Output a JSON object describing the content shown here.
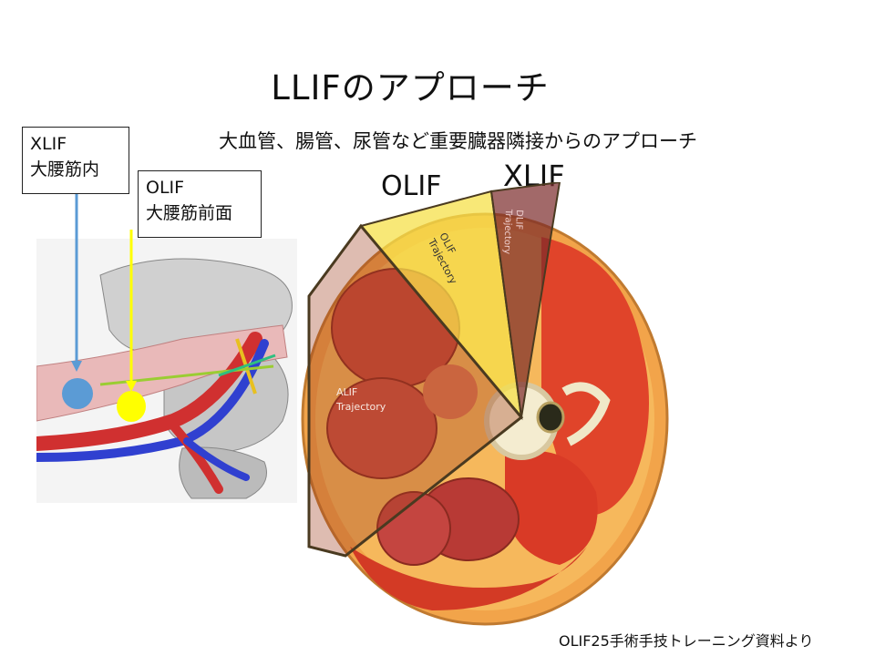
{
  "slide": {
    "title": "LLIFのアプローチ",
    "subtitle": "大血管、腸管、尿管など重要臓器隣接からのアプローチ",
    "credit": "OLIF25手術手技トレーニング資料より"
  },
  "left_labels": {
    "xlif_line1": "XLIF",
    "xlif_line2": "大腰筋内",
    "olif_line1": "OLIF",
    "olif_line2": "大腰筋前面"
  },
  "section_labels": {
    "olif": "OLIF",
    "xlif": "XLIF"
  },
  "trajectory_labels": {
    "olif": [
      "OLIF",
      "Trajectory"
    ],
    "dlif": [
      "DLIF",
      "Trajectory"
    ],
    "alif": [
      "ALIF",
      "Trajectory"
    ]
  },
  "colors": {
    "xlif_arrow": "#5b9bd5",
    "olif_arrow": "#ffff00",
    "olif_sector": "#f5e04a",
    "dlif_sector": "#7a2a2a",
    "alif_sector": "#a04020"
  }
}
